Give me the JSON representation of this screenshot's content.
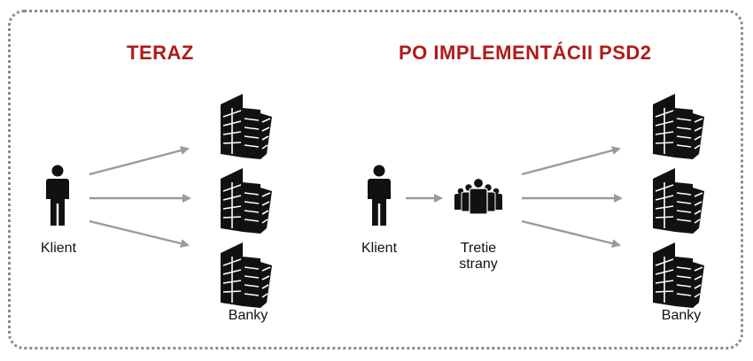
{
  "left_panel": {
    "heading": "TERAZ",
    "client_label": "Klient",
    "banks_label": "Banky"
  },
  "right_panel": {
    "heading": "PO IMPLEMENTÁCII PSD2",
    "client_label": "Klient",
    "third_party_label_line1": "Tretie",
    "third_party_label_line2": "strany",
    "banks_label": "Banky"
  },
  "colors": {
    "heading": "#b01a1a",
    "arrow": "#9a9a9a",
    "icon": "#111111",
    "border": "#8a8a8a"
  },
  "icons": [
    "person-icon",
    "building-icon",
    "group-icon"
  ]
}
